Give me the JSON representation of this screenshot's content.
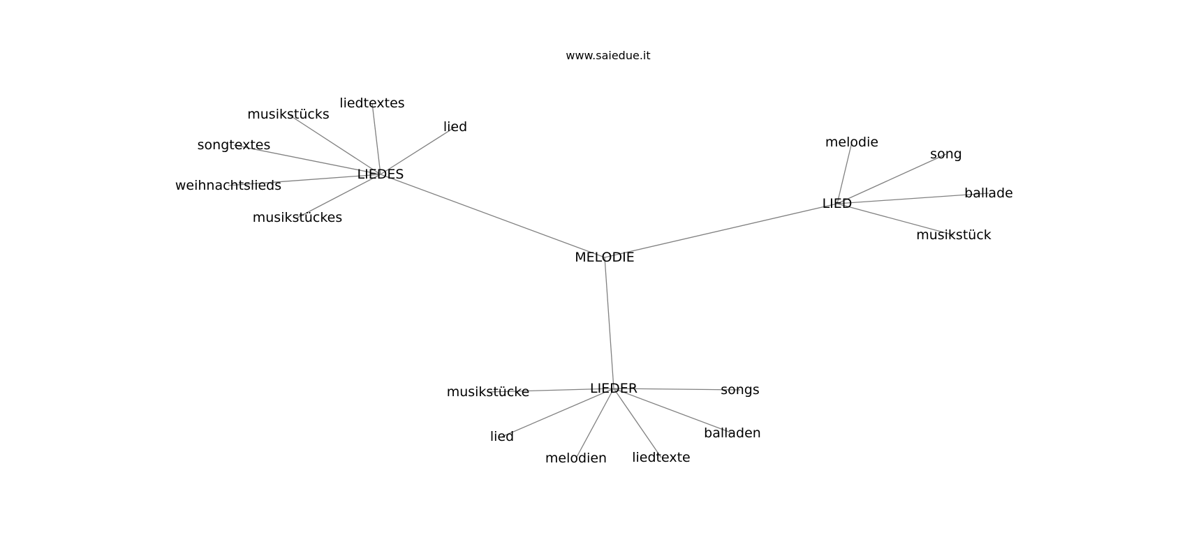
{
  "header": {
    "website": "www.saiedue.it"
  },
  "graph": {
    "nodes": [
      {
        "id": "melodie_center",
        "label": "MELODIE"
      },
      {
        "id": "liedes",
        "label": "LIEDES"
      },
      {
        "id": "lied_hub",
        "label": "LIED"
      },
      {
        "id": "lieder",
        "label": "LIEDER"
      },
      {
        "id": "musikstuecks",
        "label": "musikstücks"
      },
      {
        "id": "liedtextes",
        "label": "liedtextes"
      },
      {
        "id": "lied_a",
        "label": "lied"
      },
      {
        "id": "songtextes",
        "label": "songtextes"
      },
      {
        "id": "weihnachtslieds",
        "label": "weihnachtslieds"
      },
      {
        "id": "musikstueckes",
        "label": "musikstückes"
      },
      {
        "id": "melodie_leaf",
        "label": "melodie"
      },
      {
        "id": "song",
        "label": "song"
      },
      {
        "id": "ballade",
        "label": "ballade"
      },
      {
        "id": "musikstueck",
        "label": "musikstück"
      },
      {
        "id": "musikstuecke",
        "label": "musikstücke"
      },
      {
        "id": "songs",
        "label": "songs"
      },
      {
        "id": "lied_b",
        "label": "lied"
      },
      {
        "id": "balladen",
        "label": "balladen"
      },
      {
        "id": "melodien",
        "label": "melodien"
      },
      {
        "id": "liedtexte",
        "label": "liedtexte"
      }
    ],
    "edges": [
      [
        "melodie_center",
        "liedes"
      ],
      [
        "melodie_center",
        "lied_hub"
      ],
      [
        "melodie_center",
        "lieder"
      ],
      [
        "liedes",
        "musikstuecks"
      ],
      [
        "liedes",
        "liedtextes"
      ],
      [
        "liedes",
        "lied_a"
      ],
      [
        "liedes",
        "songtextes"
      ],
      [
        "liedes",
        "weihnachtslieds"
      ],
      [
        "liedes",
        "musikstueckes"
      ],
      [
        "lied_hub",
        "melodie_leaf"
      ],
      [
        "lied_hub",
        "song"
      ],
      [
        "lied_hub",
        "ballade"
      ],
      [
        "lied_hub",
        "musikstueck"
      ],
      [
        "lieder",
        "musikstuecke"
      ],
      [
        "lieder",
        "songs"
      ],
      [
        "lieder",
        "lied_b"
      ],
      [
        "lieder",
        "balladen"
      ],
      [
        "lieder",
        "melodien"
      ],
      [
        "lieder",
        "liedtexte"
      ]
    ]
  }
}
